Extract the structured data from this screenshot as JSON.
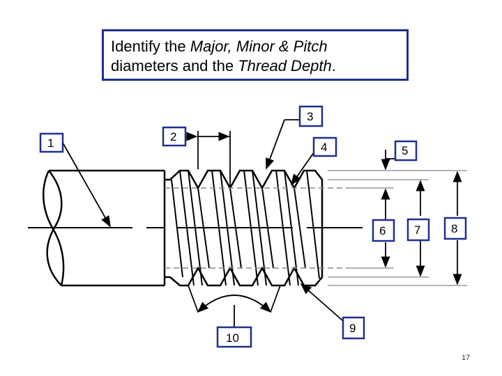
{
  "title": {
    "line1_a": "Identify the ",
    "line1_b": "Major, Minor & Pitch",
    "line2_a": "diameters and the ",
    "line2_b": "Thread Depth",
    "line2_c": "."
  },
  "labels": [
    {
      "id": "label-1",
      "text": "1"
    },
    {
      "id": "label-2",
      "text": "2"
    },
    {
      "id": "label-3",
      "text": "3"
    },
    {
      "id": "label-4",
      "text": "4"
    },
    {
      "id": "label-5",
      "text": "5"
    },
    {
      "id": "label-6",
      "text": "6"
    },
    {
      "id": "label-7",
      "text": "7"
    },
    {
      "id": "label-8",
      "text": "8"
    },
    {
      "id": "label-9",
      "text": "9"
    },
    {
      "id": "label-10",
      "text": "10"
    }
  ],
  "page_number": "17",
  "colors": {
    "box_border": "#1f2f8f",
    "line": "#000000",
    "hidden_line": "#888888"
  }
}
